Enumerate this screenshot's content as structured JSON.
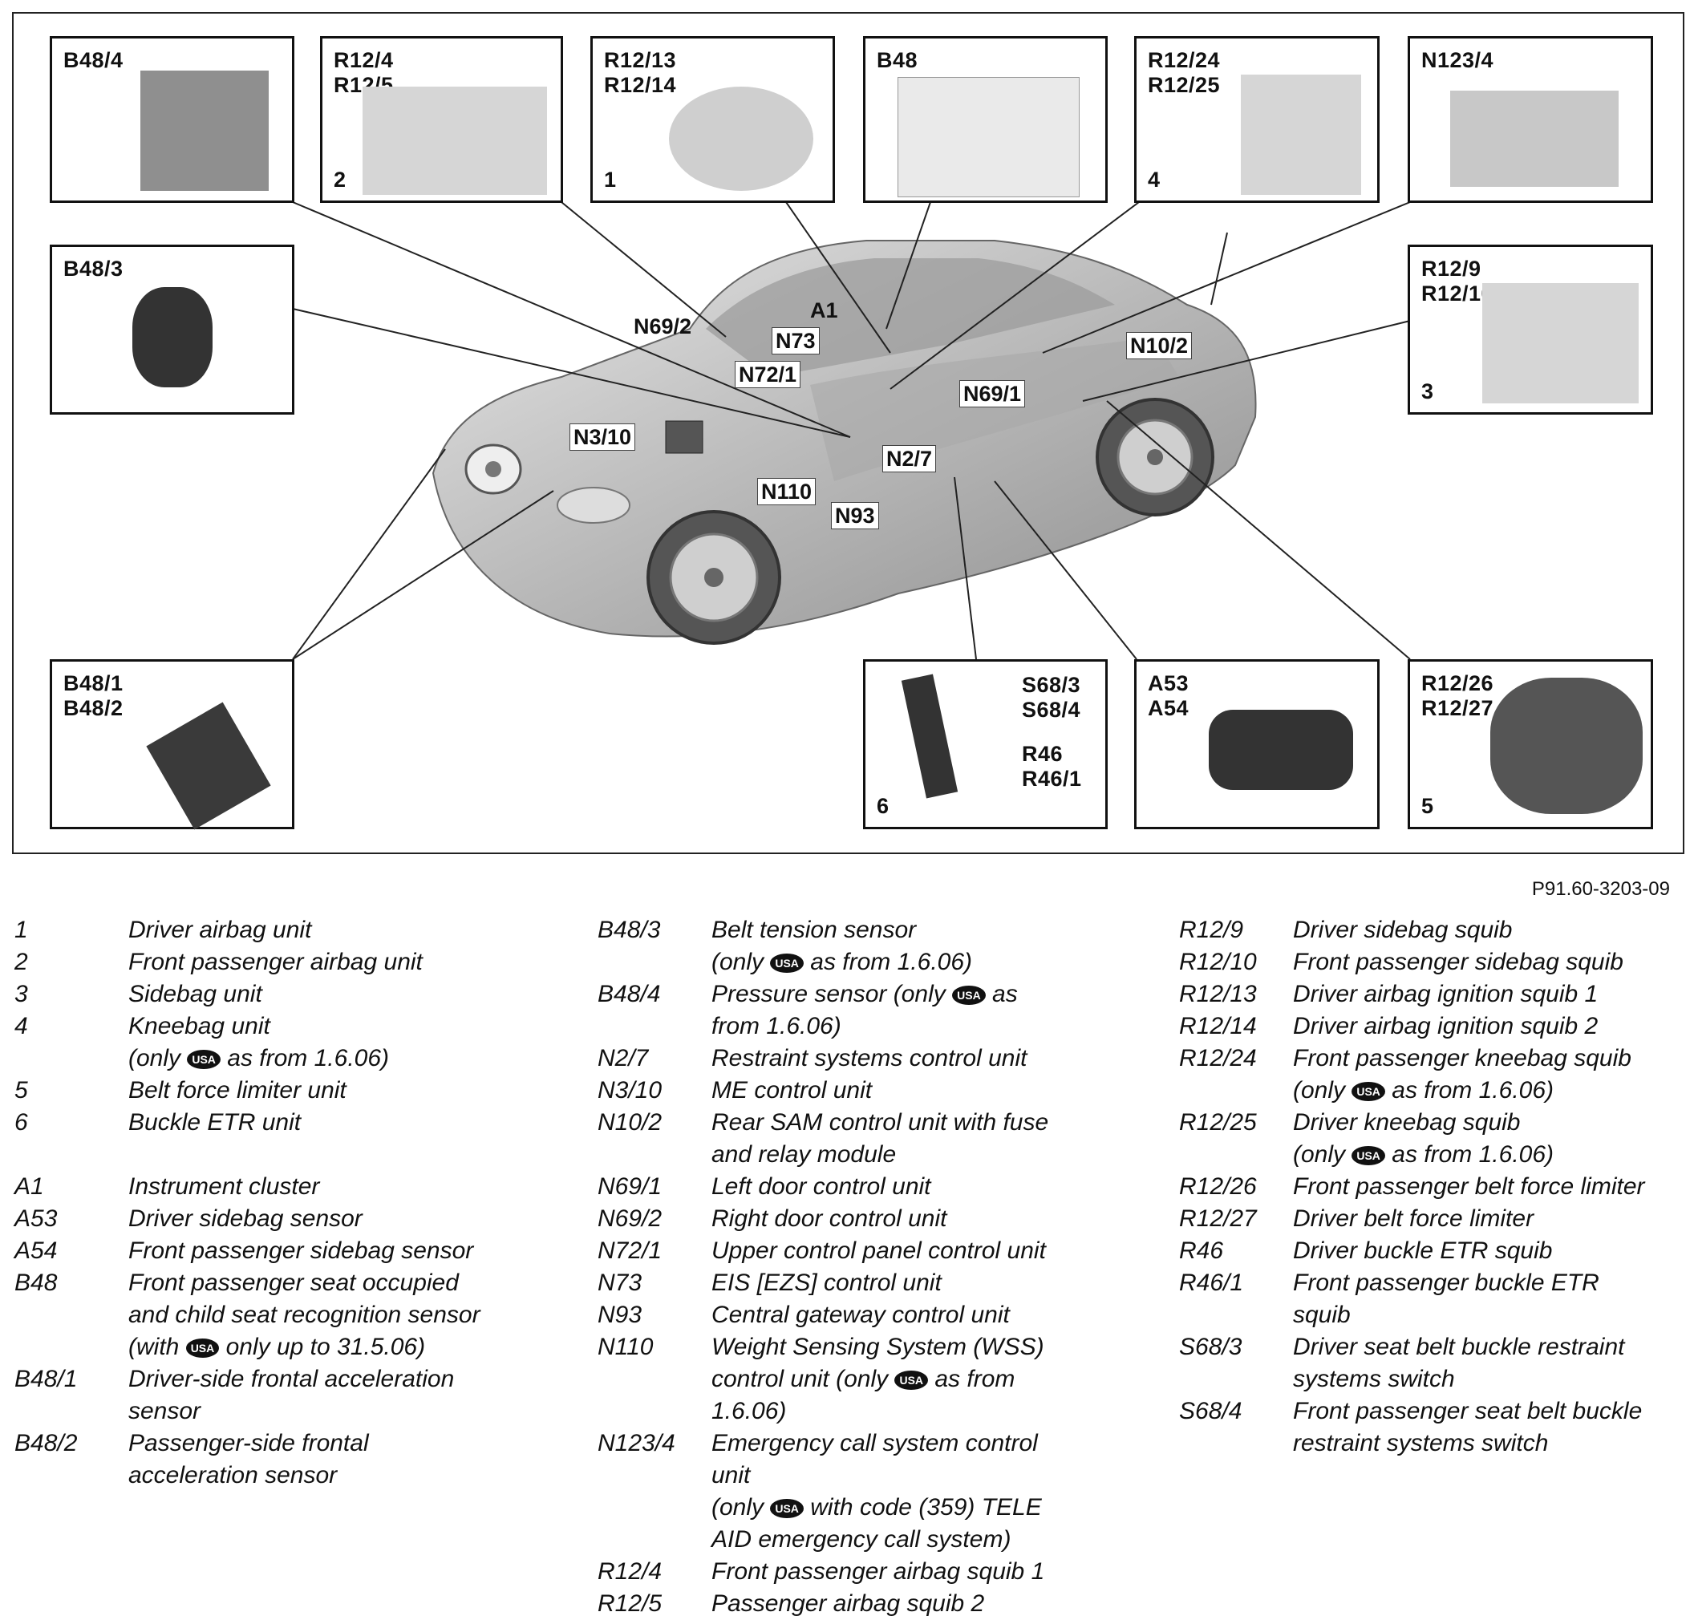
{
  "reference": "P91.60-3203-09",
  "boxes": {
    "b484": {
      "label": "B48/4",
      "number": ""
    },
    "r124": {
      "label": "R12/4\nR12/5",
      "number": "2"
    },
    "r1213": {
      "label": "R12/13\nR12/14",
      "number": "1"
    },
    "b48": {
      "label": "B48",
      "number": ""
    },
    "r1224": {
      "label": "R12/24\nR12/25",
      "number": "4"
    },
    "n1234": {
      "label": "N123/4",
      "number": ""
    },
    "b483": {
      "label": "B48/3",
      "number": ""
    },
    "r129": {
      "label": "R12/9\nR12/10",
      "number": "3"
    },
    "b481": {
      "label": "B48/1\nB48/2",
      "number": ""
    },
    "s683": {
      "label": "",
      "number": "6",
      "sub1": "S68/3\nS68/4",
      "sub2": "R46\nR46/1"
    },
    "a53": {
      "label": "A53\nA54",
      "number": ""
    },
    "r1226": {
      "label": "R12/26\nR12/27",
      "number": "5"
    }
  },
  "car_labels": {
    "n692": "N69/2",
    "a1": "A1",
    "n73": "N73",
    "n721": "N72/1",
    "n310": "N3/10",
    "n27": "N2/7",
    "n110": "N110",
    "n93": "N93",
    "n691": "N69/1",
    "n102": "N10/2"
  },
  "legend_usa": "USA",
  "legend": {
    "col1": [
      {
        "k": "1",
        "v": "Driver airbag unit"
      },
      {
        "k": "2",
        "v": "Front passenger airbag unit"
      },
      {
        "k": "3",
        "v": "Sidebag unit"
      },
      {
        "k": "4",
        "v": "Kneebag unit"
      },
      {
        "k": "",
        "v_pre": "(only ",
        "v_post": " as from 1.6.06)"
      },
      {
        "k": "5",
        "v": "Belt force limiter unit"
      },
      {
        "k": "6",
        "v": "Buckle ETR unit"
      },
      {
        "gap": true
      },
      {
        "k": "A1",
        "v": "Instrument cluster"
      },
      {
        "k": "A53",
        "v": "Driver sidebag sensor"
      },
      {
        "k": "A54",
        "v": "Front passenger sidebag sensor"
      },
      {
        "k": "B48",
        "v": "Front passenger seat occupied\nand child seat recognition sensor"
      },
      {
        "k": "",
        "v_pre": "(with ",
        "v_post": " only up to 31.5.06)"
      },
      {
        "k": "B48/1",
        "v": "Driver-side frontal acceleration\nsensor"
      },
      {
        "k": "B48/2",
        "v": "Passenger-side frontal\nacceleration sensor"
      }
    ],
    "col2": [
      {
        "k": "B48/3",
        "v": "Belt tension sensor"
      },
      {
        "k": "",
        "v_pre": "(only ",
        "v_post": " as from 1.6.06)"
      },
      {
        "k": "B48/4",
        "v_pre": "Pressure sensor (only ",
        "v_post": " as"
      },
      {
        "k": "",
        "v": "from 1.6.06)"
      },
      {
        "k": "N2/7",
        "v": "Restraint systems control unit"
      },
      {
        "k": "N3/10",
        "v": "ME control unit"
      },
      {
        "k": "N10/2",
        "v": "Rear SAM control unit with fuse\nand relay module"
      },
      {
        "k": "N69/1",
        "v": "Left door control unit"
      },
      {
        "k": "N69/2",
        "v": "Right door control unit"
      },
      {
        "k": "N72/1",
        "v": "Upper control panel control unit"
      },
      {
        "k": "N73",
        "v": "EIS [EZS] control unit"
      },
      {
        "k": "N93",
        "v": "Central gateway control unit"
      },
      {
        "k": "N110",
        "v": "Weight Sensing System (WSS)"
      },
      {
        "k": "",
        "v_pre": "control unit (only ",
        "v_post": " as from"
      },
      {
        "k": "",
        "v": "1.6.06)"
      },
      {
        "k": "N123/4",
        "v": "Emergency call system control\nunit"
      },
      {
        "k": "",
        "v_pre": "(only ",
        "v_post": " with code (359) TELE"
      },
      {
        "k": "",
        "v": "AID emergency call system)"
      },
      {
        "k": "R12/4",
        "v": "Front passenger airbag squib 1"
      },
      {
        "k": "R12/5",
        "v": "Passenger airbag squib 2"
      }
    ],
    "col3": [
      {
        "k": "R12/9",
        "v": "Driver sidebag squib"
      },
      {
        "k": "R12/10",
        "v": "Front passenger sidebag squib"
      },
      {
        "k": "R12/13",
        "v": "Driver airbag ignition squib 1"
      },
      {
        "k": "R12/14",
        "v": "Driver airbag ignition squib 2"
      },
      {
        "k": "R12/24",
        "v": "Front passenger kneebag squib"
      },
      {
        "k": "",
        "v_pre": "(only ",
        "v_post": " as from 1.6.06)"
      },
      {
        "k": "R12/25",
        "v": "Driver kneebag squib"
      },
      {
        "k": "",
        "v_pre": "(only ",
        "v_post": " as from 1.6.06)"
      },
      {
        "k": "R12/26",
        "v": "Front passenger belt force limiter"
      },
      {
        "k": "R12/27",
        "v": "Driver belt force limiter"
      },
      {
        "k": "R46",
        "v": "Driver buckle ETR squib"
      },
      {
        "k": "R46/1",
        "v": "Front passenger buckle ETR\nsquib"
      },
      {
        "k": "S68/3",
        "v": "Driver seat belt buckle restraint\nsystems switch"
      },
      {
        "k": "S68/4",
        "v": "Front passenger seat belt buckle\nrestraint systems switch"
      }
    ]
  }
}
